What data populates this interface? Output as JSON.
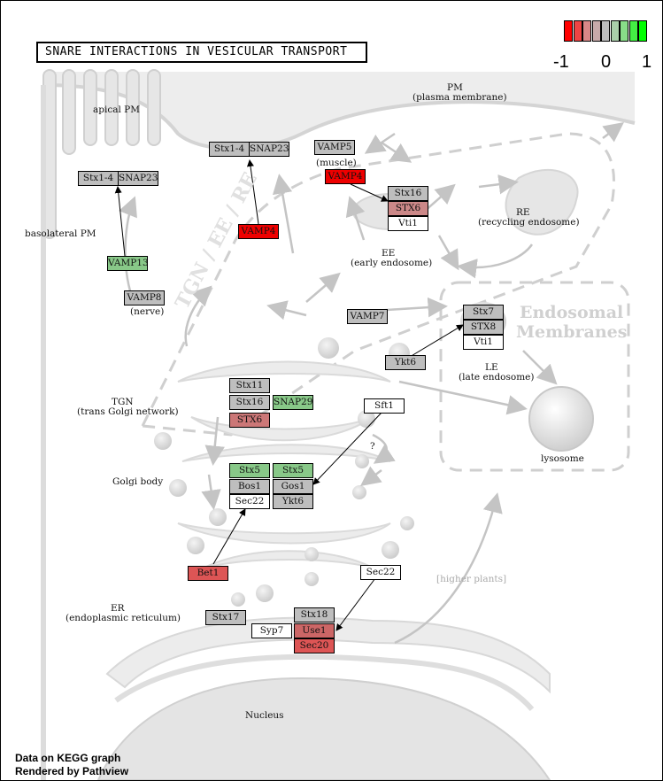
{
  "title": "SNARE INTERACTIONS IN VESICULAR TRANSPORT",
  "legend": {
    "colors": [
      "#ff0000",
      "#ee4444",
      "#d98888",
      "#c8aaaa",
      "#bebebe",
      "#aacfaa",
      "#88dd88",
      "#44ee44",
      "#00ff00"
    ],
    "ticks": [
      "-1",
      "0",
      "1"
    ]
  },
  "labels": {
    "pm": "PM",
    "pm_full": "(plasma membrane)",
    "apical": "apical PM",
    "basolateral": "basolateral PM",
    "muscle": "(muscle)",
    "nerve": "(nerve)",
    "re": "RE",
    "re_full": "(recycling endosome)",
    "ee": "EE",
    "ee_full": "(early endosome)",
    "endosomal1": "Endosomal",
    "endosomal2": "Membranes",
    "tgn_band": "TGN / EE / RE",
    "le": "LE",
    "le_full": "(late endosome)",
    "tgn": "TGN",
    "tgn_full": "(trans Golgi network)",
    "golgi": "Golgi body",
    "question": "?",
    "lysosome": "lysosome",
    "higher_plants": "[higher plants]",
    "er": "ER",
    "er_full": "(endoplasmic reticulum)",
    "nucleus": "Nucleus"
  },
  "genes": [
    {
      "id": "stx1-4-left",
      "label": "Stx1-4",
      "color": "#bebebe"
    },
    {
      "id": "snap23-left",
      "label": "SNAP23",
      "color": "#bebebe"
    },
    {
      "id": "stx1-4-top",
      "label": "Stx1-4",
      "color": "#bebebe"
    },
    {
      "id": "snap23-top",
      "label": "SNAP23",
      "color": "#bebebe"
    },
    {
      "id": "vamp5",
      "label": "VAMP5",
      "color": "#bebebe"
    },
    {
      "id": "vamp4-top",
      "label": "VAMP4",
      "color": "#ee0000"
    },
    {
      "id": "stx16-ee",
      "label": "Stx16",
      "color": "#bebebe"
    },
    {
      "id": "stx6-ee",
      "label": "STX6",
      "color": "#cc8888"
    },
    {
      "id": "vti1-ee",
      "label": "Vti1",
      "color": "#ffffff"
    },
    {
      "id": "vamp4-mid",
      "label": "VAMP4",
      "color": "#ee0000"
    },
    {
      "id": "vamp13",
      "label": "VAMP13",
      "color": "#88c888"
    },
    {
      "id": "vamp8",
      "label": "VAMP8",
      "color": "#bebebe"
    },
    {
      "id": "vamp7",
      "label": "VAMP7",
      "color": "#bebebe"
    },
    {
      "id": "stx7",
      "label": "Stx7",
      "color": "#bebebe"
    },
    {
      "id": "stx8",
      "label": "STX8",
      "color": "#bebebe"
    },
    {
      "id": "vti1-le",
      "label": "Vti1",
      "color": "#ffffff"
    },
    {
      "id": "ykt6-le",
      "label": "Ykt6",
      "color": "#bebebe"
    },
    {
      "id": "stx11",
      "label": "Stx11",
      "color": "#bebebe"
    },
    {
      "id": "stx16-tgn",
      "label": "Stx16",
      "color": "#bebebe"
    },
    {
      "id": "snap29",
      "label": "SNAP29",
      "color": "#88c888"
    },
    {
      "id": "stx6-tgn",
      "label": "STX6",
      "color": "#cc7777"
    },
    {
      "id": "sft1",
      "label": "Sft1",
      "color": "#ffffff"
    },
    {
      "id": "stx5-a",
      "label": "Stx5",
      "color": "#88c888"
    },
    {
      "id": "stx5-b",
      "label": "Stx5",
      "color": "#88c888"
    },
    {
      "id": "bos1",
      "label": "Bos1",
      "color": "#bebebe"
    },
    {
      "id": "gos1",
      "label": "Gos1",
      "color": "#bebebe"
    },
    {
      "id": "sec22-golgi",
      "label": "Sec22",
      "color": "#ffffff"
    },
    {
      "id": "ykt6-golgi",
      "label": "Ykt6",
      "color": "#bebebe"
    },
    {
      "id": "bet1",
      "label": "Bet1",
      "color": "#dd5555"
    },
    {
      "id": "sec22-er",
      "label": "Sec22",
      "color": "#ffffff"
    },
    {
      "id": "stx17",
      "label": "Stx17",
      "color": "#bebebe"
    },
    {
      "id": "stx18",
      "label": "Stx18",
      "color": "#bebebe"
    },
    {
      "id": "syp7",
      "label": "Syp7",
      "color": "#ffffff"
    },
    {
      "id": "use1",
      "label": "Use1",
      "color": "#cc6666"
    },
    {
      "id": "sec20",
      "label": "Sec20",
      "color": "#dd5555"
    }
  ],
  "footer": {
    "line1": "Data on KEGG graph",
    "line2": "Rendered by Pathview"
  }
}
